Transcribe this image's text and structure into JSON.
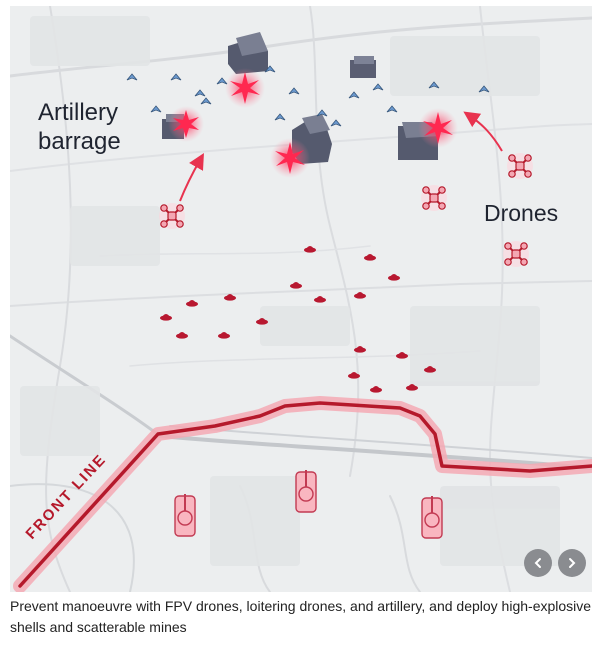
{
  "map": {
    "labels": {
      "artillery_line1": "Artillery",
      "artillery_line2": "barrage",
      "drones": "Drones",
      "front_line": "FRONT LINE"
    },
    "legend_colors": {
      "front_line": "#b5192b",
      "front_line_glow": "#f4a9b4",
      "blast": "#f0305a",
      "mine": "#b81830",
      "drone": "#f4a7b3",
      "vehicle": "#f9b6c0",
      "building": "#5a5e72",
      "fpv_drone": "#6d9bd1"
    },
    "icons": [
      "building-icon",
      "blast-icon",
      "fpv-drone-icon",
      "quadcopter-drone-icon",
      "mine-icon",
      "tank-icon",
      "arrow-icon"
    ],
    "nav": {
      "prev_icon": "chevron-left-icon",
      "next_icon": "chevron-right-icon"
    }
  },
  "caption": "Prevent manoeuvre with FPV drones, loitering drones, and artillery, and deploy high-explosive shells and scatterable mines"
}
